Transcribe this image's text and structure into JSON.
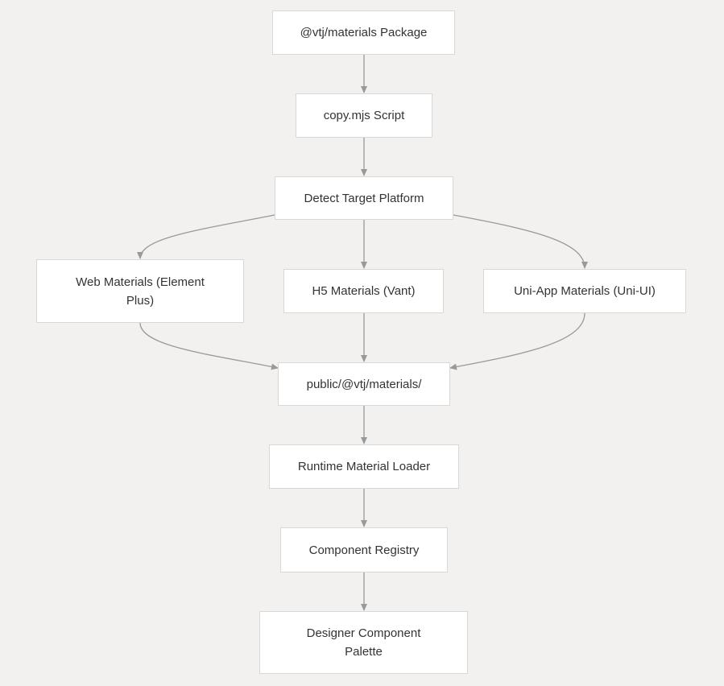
{
  "colors": {
    "background": "#f2f1ef",
    "node_fill": "#ffffff",
    "node_border": "#d9d8d6",
    "edge": "#999999",
    "text": "#333333"
  },
  "nodes": {
    "package": {
      "label": "@vtj/materials Package"
    },
    "script": {
      "label": "copy.mjs Script"
    },
    "detect": {
      "label": "Detect Target Platform"
    },
    "web": {
      "label": "Web Materials (Element Plus)"
    },
    "h5": {
      "label": "H5 Materials (Vant)"
    },
    "uniapp": {
      "label": "Uni-App Materials (Uni-UI)"
    },
    "public": {
      "label": "public/@vtj/materials/"
    },
    "loader": {
      "label": "Runtime Material Loader"
    },
    "registry": {
      "label": "Component Registry"
    },
    "palette": {
      "label": "Designer Component Palette"
    }
  },
  "edges": [
    {
      "from": "package",
      "to": "script"
    },
    {
      "from": "script",
      "to": "detect"
    },
    {
      "from": "detect",
      "to": "web"
    },
    {
      "from": "detect",
      "to": "h5"
    },
    {
      "from": "detect",
      "to": "uniapp"
    },
    {
      "from": "web",
      "to": "public"
    },
    {
      "from": "h5",
      "to": "public"
    },
    {
      "from": "uniapp",
      "to": "public"
    },
    {
      "from": "public",
      "to": "loader"
    },
    {
      "from": "loader",
      "to": "registry"
    },
    {
      "from": "registry",
      "to": "palette"
    }
  ]
}
